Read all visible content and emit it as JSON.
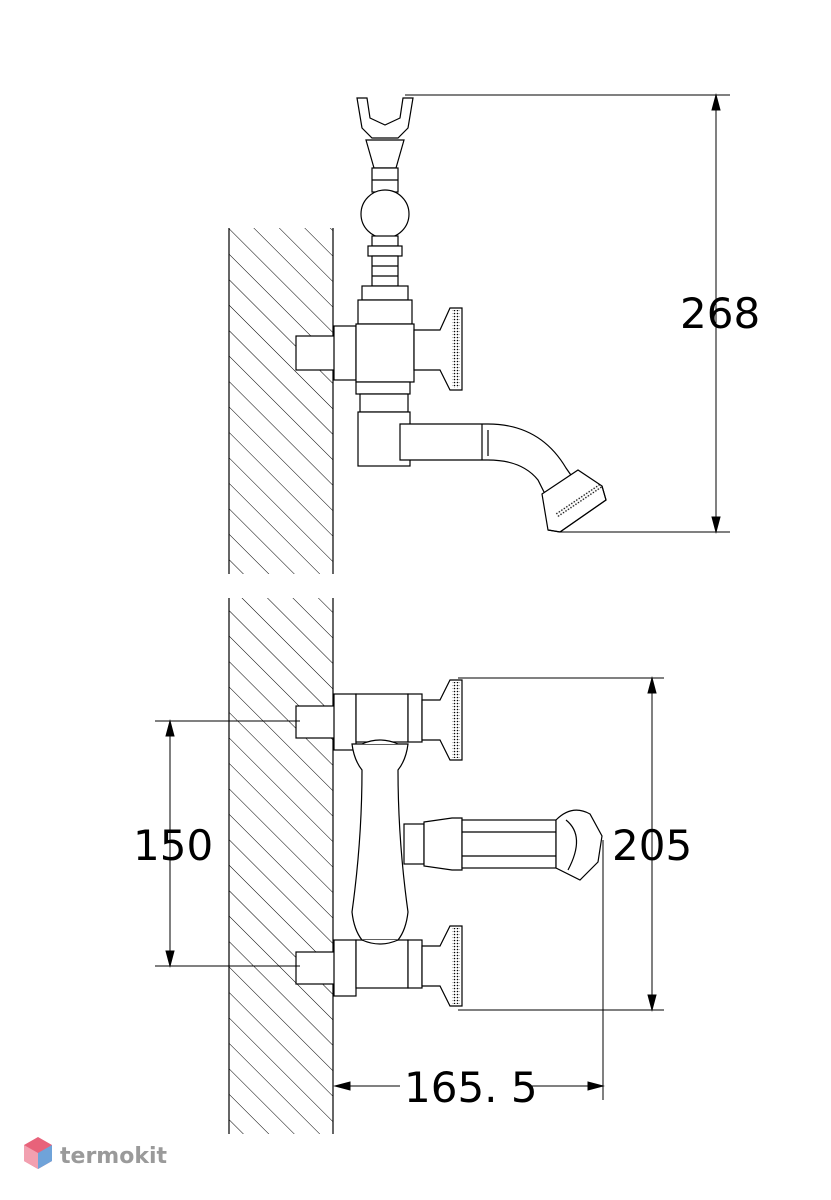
{
  "dimensions": {
    "side_height": "268",
    "pitch": "150",
    "total_height": "205",
    "projection": "165. 5"
  },
  "logo": {
    "text": "termokit",
    "color": "#9a9a9a",
    "accent": "#e8627a"
  },
  "colors": {
    "line": "#000000",
    "background": "#ffffff"
  }
}
